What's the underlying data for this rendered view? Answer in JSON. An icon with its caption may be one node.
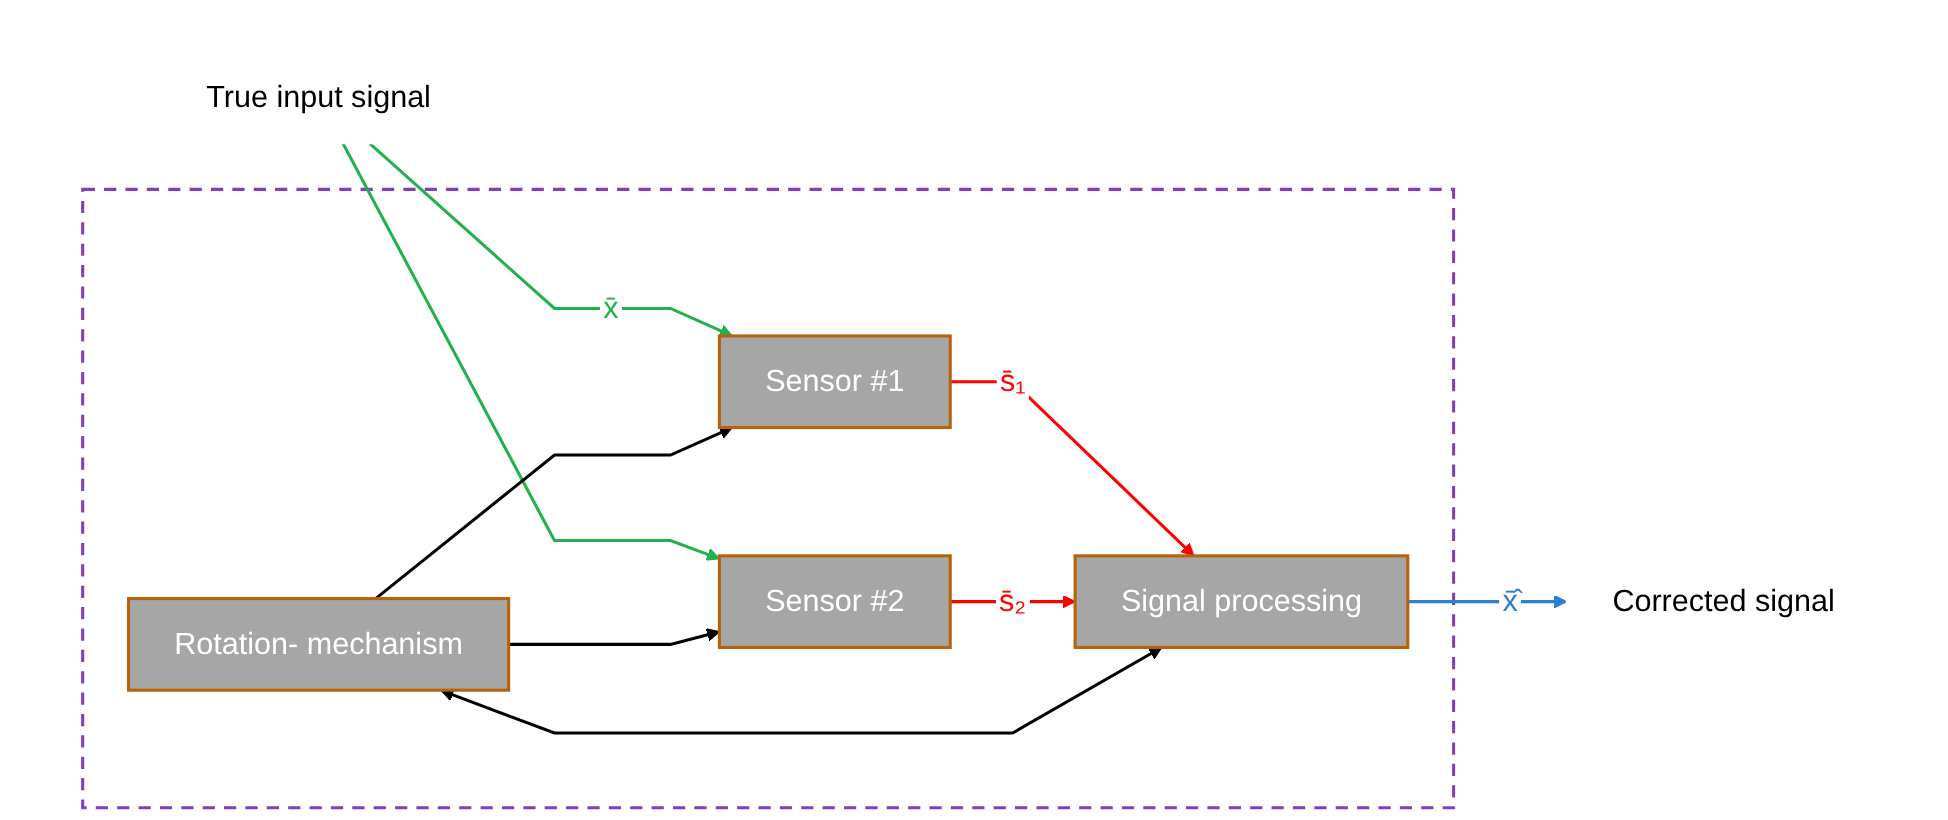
{
  "diagram": {
    "nodes": [
      {
        "text": [],
        "shape": "box"
      },
      {
        "text": [
          "True input signal"
        ]
      },
      {
        "text": [
          "Sensor #1"
        ],
        "in": 0
      },
      {
        "text": [
          "Sensor #2"
        ],
        "in": 0
      },
      {
        "text": [
          "Signal processing"
        ],
        "in": 0
      },
      {
        "text": [
          "Rotation- mechanism"
        ],
        "in": 0
      },
      {
        "text": [
          "Corrected signal"
        ]
      }
    ],
    "edges": [
      {
        "from": 1,
        "to": 2,
        "arrow": "to",
        "label": "x̄",
        "color": "#22b14c"
      },
      {
        "from": 1,
        "to": 3,
        "arrow": "to",
        "color": "#22b14c"
      },
      {
        "from": 2,
        "to": 4,
        "arrow": "to",
        "label": "s̄₁",
        "color": "#ff0000"
      },
      {
        "from": 3,
        "to": 4,
        "arrow": "to",
        "label": "s̄₂",
        "color": "#ff0000"
      },
      {
        "from": 5,
        "to": 2,
        "arrow": "to"
      },
      {
        "from": 5,
        "to": 3,
        "arrow": "to"
      },
      {
        "from": 5,
        "to": 4,
        "arrow": "both"
      },
      {
        "from": 4,
        "to": 6,
        "arrow": "to",
        "label": "x̄̂",
        "color": "#2e7fd0"
      }
    ]
  }
}
